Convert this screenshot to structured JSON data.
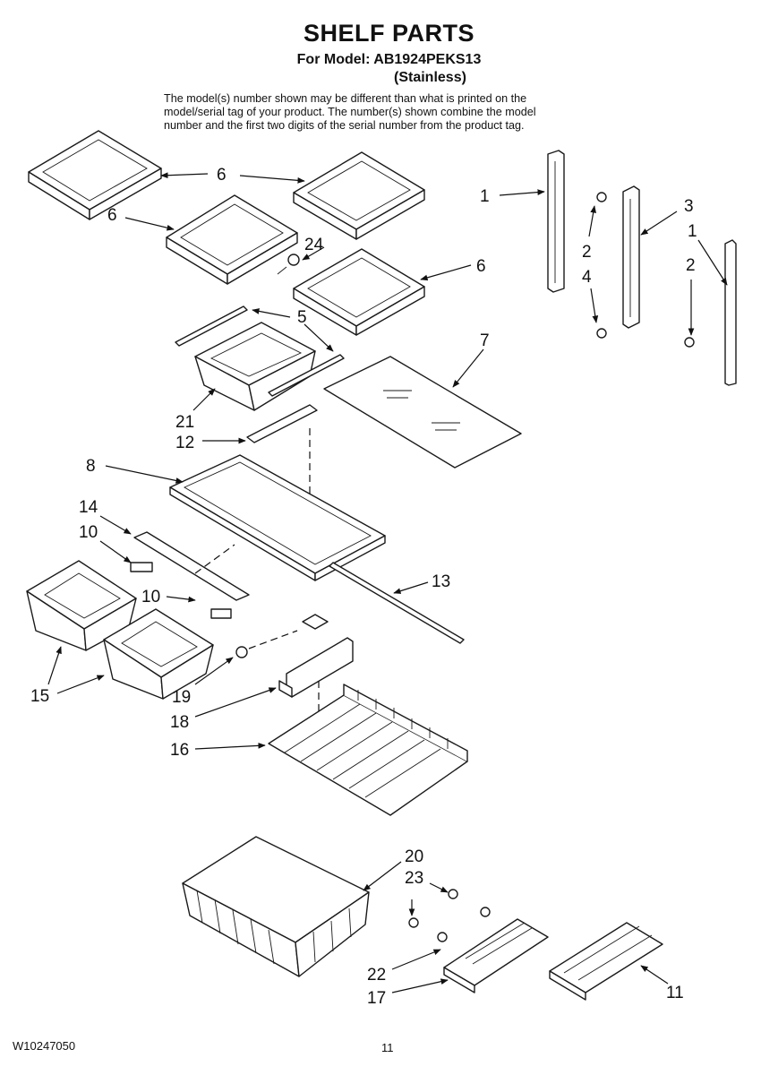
{
  "header": {
    "title": "SHELF PARTS",
    "model_line": "For Model: AB1924PEKS13",
    "finish": "(Stainless)",
    "note_lines": [
      "The model(s) number shown may be different than what is printed on the",
      "model/serial tag of your product. The number(s) shown combine the model",
      "number and the first two digits of the serial number from the product tag."
    ]
  },
  "callouts": [
    {
      "key": "6a",
      "text": "6"
    },
    {
      "key": "6b",
      "text": "6"
    },
    {
      "key": "6c",
      "text": "6"
    },
    {
      "key": "24",
      "text": "24"
    },
    {
      "key": "1a",
      "text": "1"
    },
    {
      "key": "2a",
      "text": "2"
    },
    {
      "key": "4",
      "text": "4"
    },
    {
      "key": "3",
      "text": "3"
    },
    {
      "key": "1b",
      "text": "1"
    },
    {
      "key": "2b",
      "text": "2"
    },
    {
      "key": "5",
      "text": "5"
    },
    {
      "key": "7",
      "text": "7"
    },
    {
      "key": "21",
      "text": "21"
    },
    {
      "key": "12",
      "text": "12"
    },
    {
      "key": "8",
      "text": "8"
    },
    {
      "key": "14",
      "text": "14"
    },
    {
      "key": "10a",
      "text": "10"
    },
    {
      "key": "10b",
      "text": "10"
    },
    {
      "key": "13",
      "text": "13"
    },
    {
      "key": "15",
      "text": "15"
    },
    {
      "key": "19",
      "text": "19"
    },
    {
      "key": "18",
      "text": "18"
    },
    {
      "key": "16",
      "text": "16"
    },
    {
      "key": "20",
      "text": "20"
    },
    {
      "key": "23",
      "text": "23"
    },
    {
      "key": "22",
      "text": "22"
    },
    {
      "key": "17",
      "text": "17"
    },
    {
      "key": "11",
      "text": "11"
    }
  ],
  "footer": {
    "doc_id": "W10247050",
    "page": "11"
  }
}
